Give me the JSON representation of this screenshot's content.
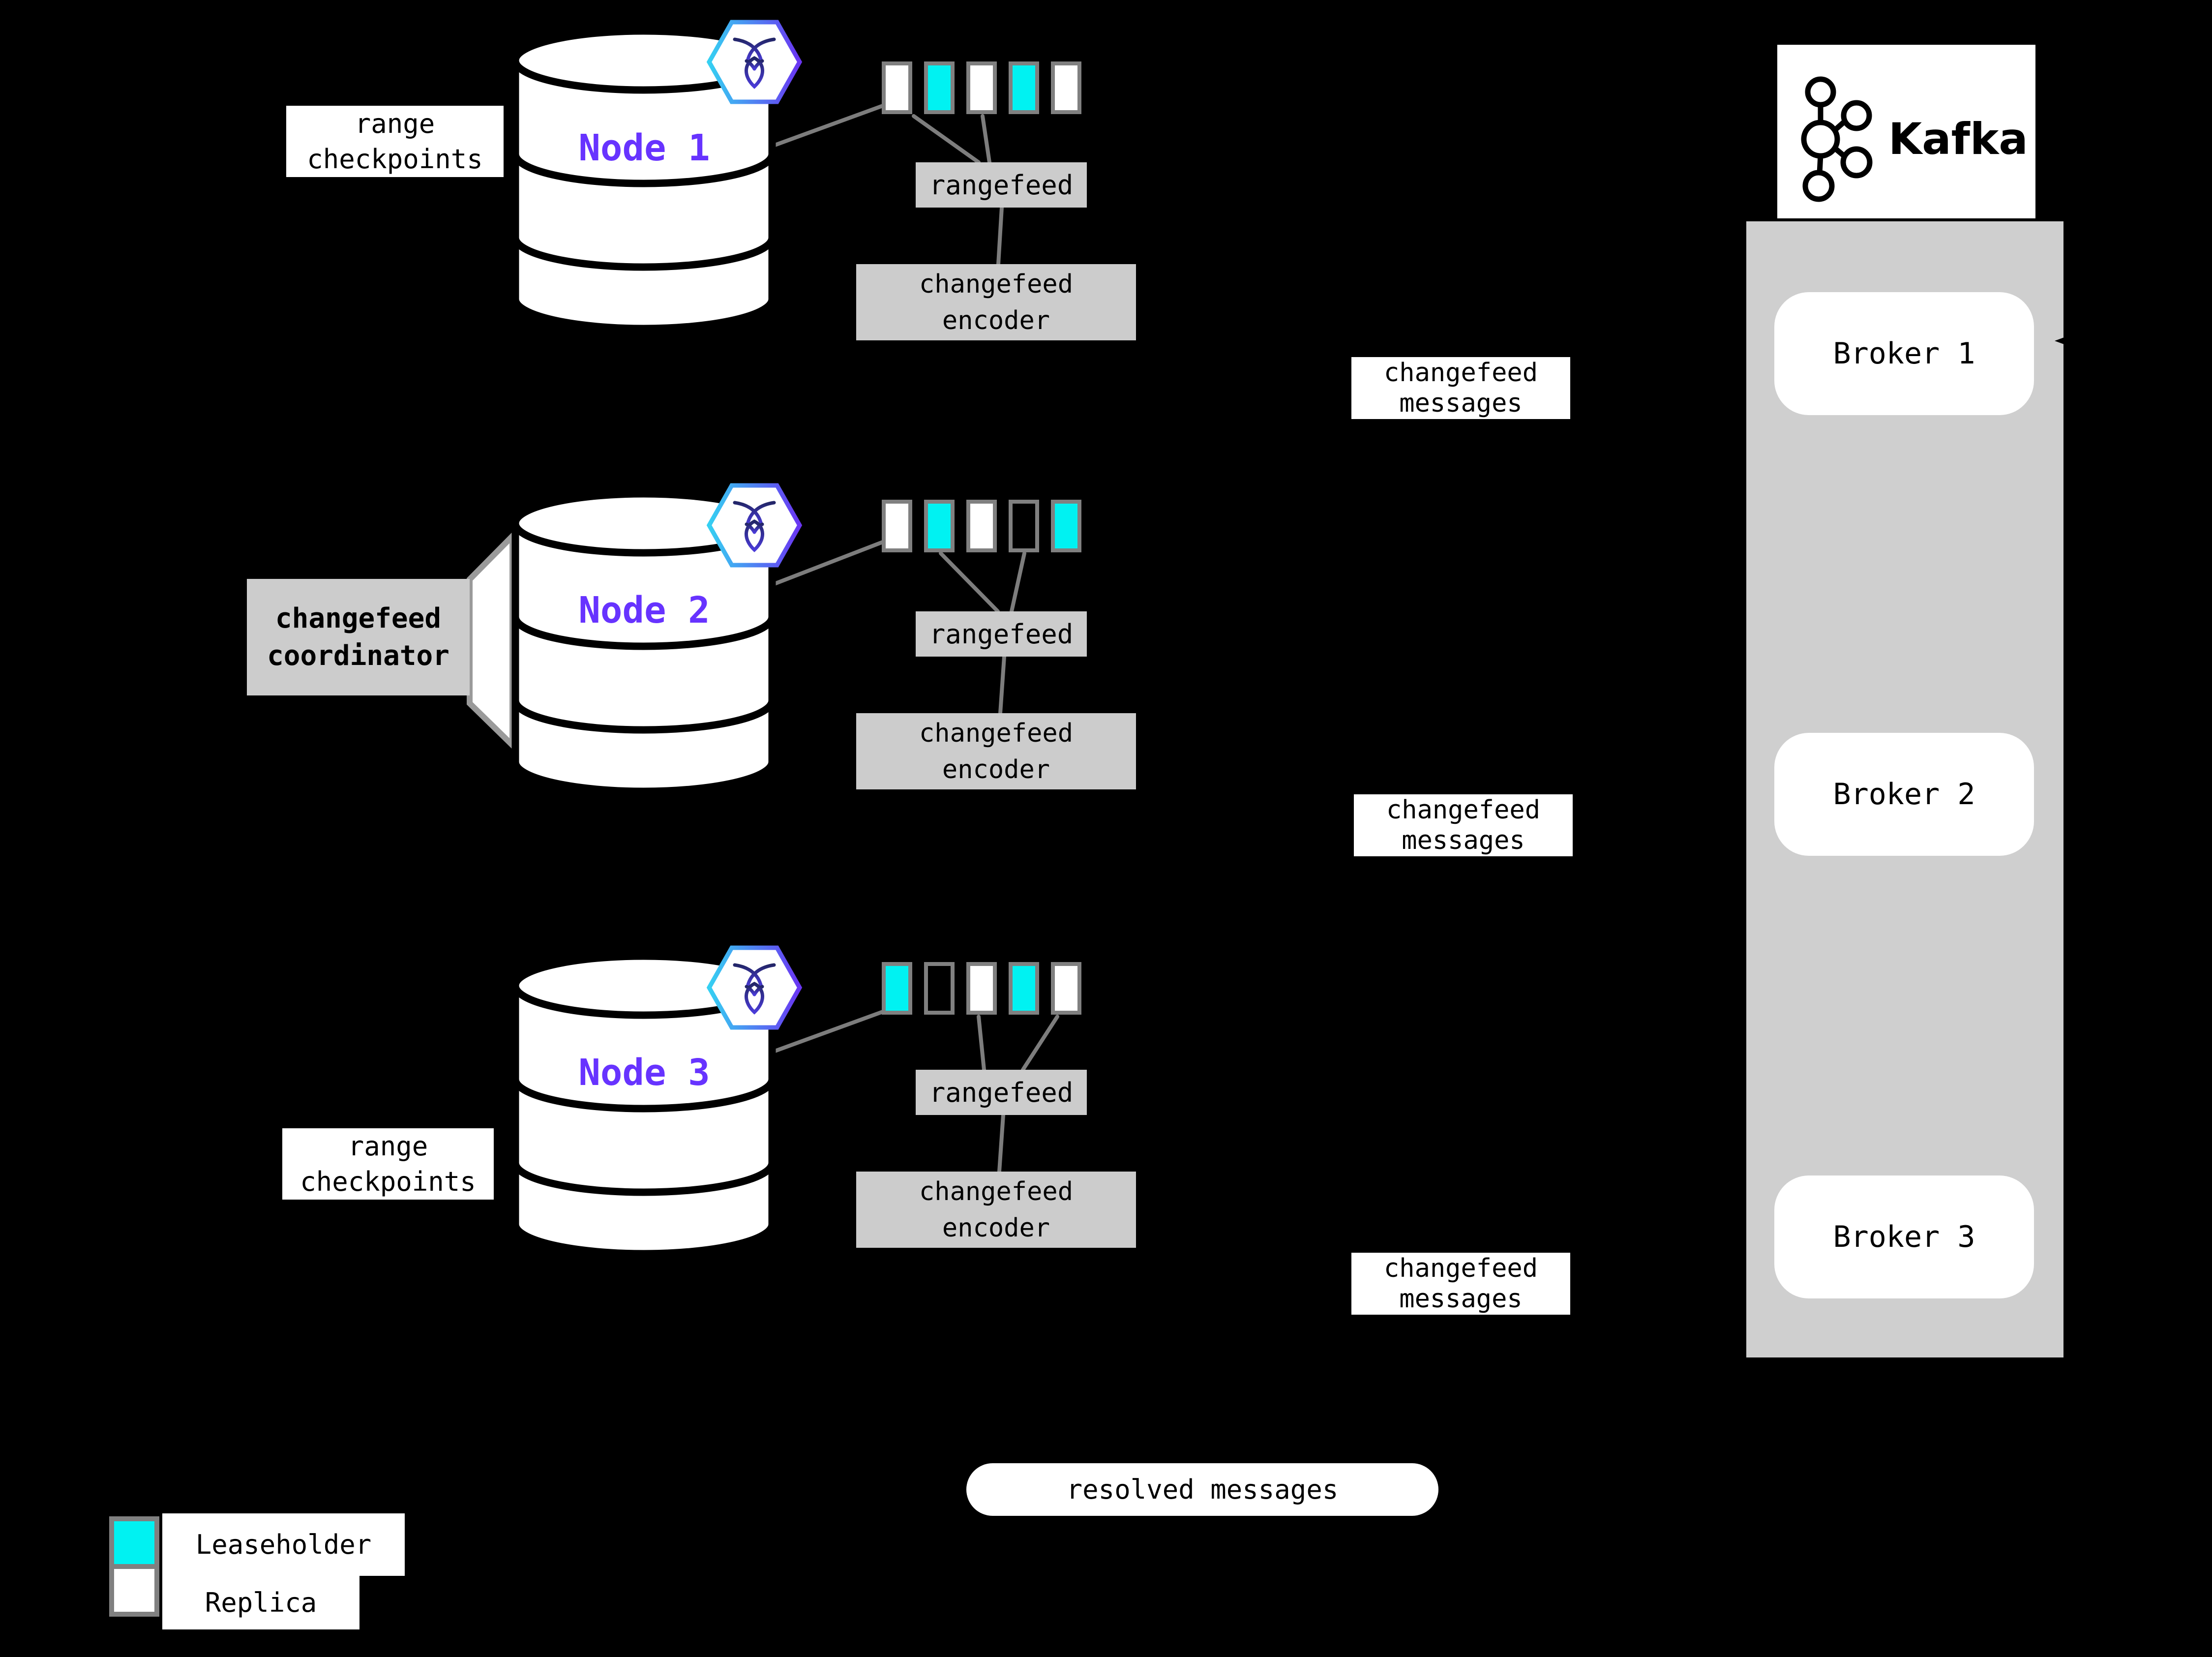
{
  "colors": {
    "background": "#000000",
    "cyan": "#00F2F2",
    "box_gray": "#CCCCCC",
    "panel_gray": "#CFCFCF",
    "line_gray": "#7D7D7D",
    "border_gray": "#808080",
    "node_purple": "#6733FF",
    "logo_cyan": "#35D0F2",
    "logo_purple": "#6A35F2",
    "roach_navy": "#232668",
    "roach_blue": "#4A3BD8"
  },
  "labels": {
    "range_checkpoints": "range\ncheckpoints",
    "coordinator": "changefeed\ncoordinator",
    "rangefeed": "rangefeed",
    "encoder": "changefeed\nencoder",
    "changefeed_messages": "changefeed\nmessages",
    "resolved_messages": "resolved messages"
  },
  "nodes": [
    {
      "label": "Node 1",
      "ranges": [
        "replica",
        "leaseholder",
        "replica",
        "leaseholder",
        "replica"
      ]
    },
    {
      "label": "Node 2",
      "ranges": [
        "replica",
        "leaseholder",
        "replica",
        "none",
        "leaseholder"
      ]
    },
    {
      "label": "Node 3",
      "ranges": [
        "leaseholder",
        "none",
        "replica",
        "leaseholder",
        "replica"
      ]
    }
  ],
  "kafka": {
    "brand": "Kafka",
    "brokers": [
      {
        "label": "Broker 1"
      },
      {
        "label": "Broker 2"
      },
      {
        "label": "Broker 3"
      }
    ]
  },
  "legend": [
    {
      "label": "Leaseholder",
      "kind": "leaseholder"
    },
    {
      "label": "Replica",
      "kind": "replica"
    }
  ]
}
